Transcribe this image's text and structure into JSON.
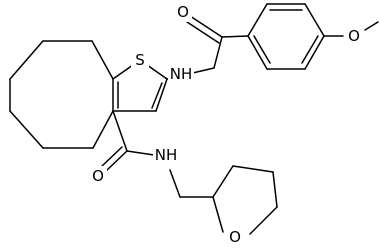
{
  "atom_labels": {
    "S": "S",
    "NH_amide_top": "NH",
    "O_carbonyl_top": "O",
    "O_methoxy": "O",
    "O_carbonyl_bottom": "O",
    "NH_amide_bottom": "NH",
    "O_ring": "O"
  },
  "colors": {
    "bond": "#000000",
    "label": "#000000",
    "background": "#ffffff"
  }
}
